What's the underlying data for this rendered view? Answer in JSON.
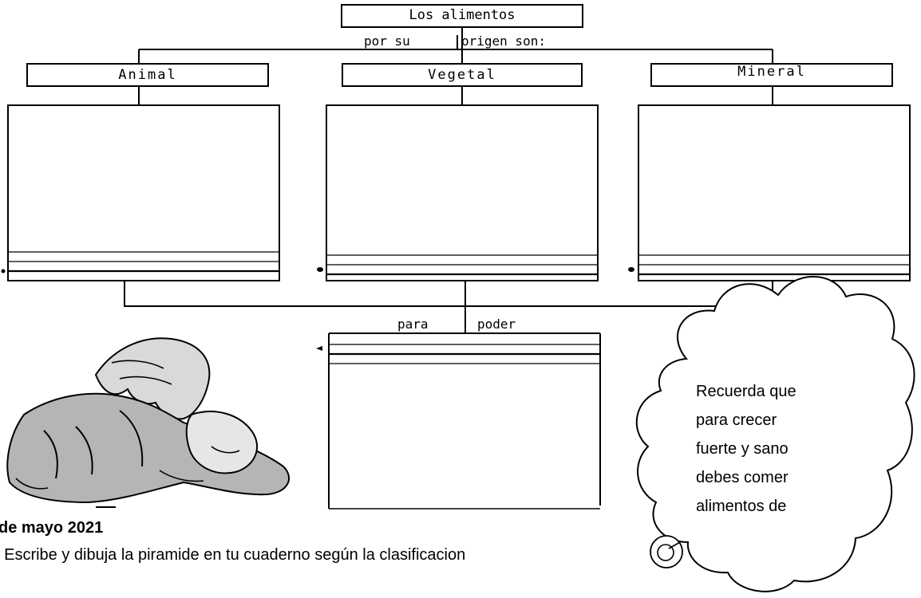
{
  "diagram": {
    "root": {
      "label": "Los alimentos"
    },
    "connector_labels": [
      "por su",
      "origen son:"
    ],
    "categories": [
      {
        "label": "Animal"
      },
      {
        "label": "Vegetal"
      },
      {
        "label": "Mineral"
      }
    ],
    "purpose_labels": [
      "para",
      "poder"
    ]
  },
  "footer": {
    "date_fragment": "de mayo 2021",
    "instruction": ": Escribe y dibuja la piramide en tu cuaderno  según la clasificacion"
  },
  "cloud": {
    "lines": [
      "Recuerda que",
      "para crecer",
      "fuerte y sano",
      "debes comer",
      "alimentos de"
    ]
  },
  "illustration": {
    "name": "mother-feeding-baby-sketch"
  },
  "colors": {
    "line": "#000000",
    "sketch_fill": "#b5b5b5",
    "background": "#ffffff"
  }
}
